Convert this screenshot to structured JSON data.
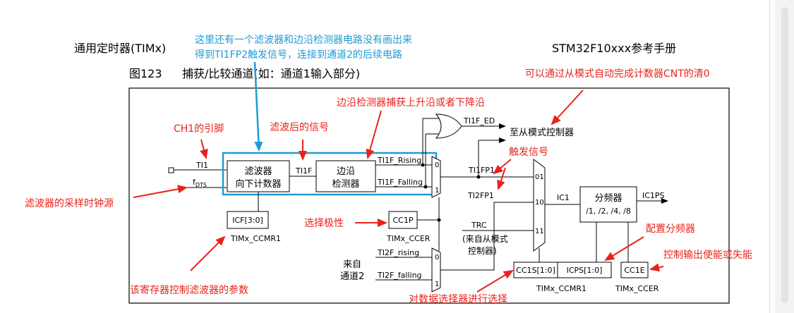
{
  "header": {
    "left": "通用定时器(TIMx)",
    "right": "STM32F10xxx参考手册",
    "figure_number": "图123",
    "figure_title": "捕获/比较通道(如：通道1输入部分)"
  },
  "diagram": {
    "ti1": "TI1",
    "fdts": "f",
    "fdts_sub": "DTS",
    "filter_line1": "滤波器",
    "filter_line2": "向下计数器",
    "ti1f": "TI1F",
    "edge_line1": "边沿",
    "edge_line2": "检测器",
    "rising": "TI1F_Rising",
    "falling": "TI1F_Falling",
    "mux_0": "0",
    "mux_1": "1",
    "ti1f_ed": "TI1F_ED",
    "to_slave": "至从模式控制器",
    "ti1fp1": "TI1FP1",
    "ti2fp1": "TI2FP1",
    "trc": "TRC",
    "trc_note1": "(来自从模式",
    "trc_note2": "控制器)",
    "sel_01": "01",
    "sel_10": "10",
    "sel_11": "11",
    "ic1": "IC1",
    "prescaler_line1": "分频器",
    "prescaler_line2": "/1, /2, /4, /8",
    "ic1ps": "IC1PS",
    "icf": "ICF[3:0]",
    "ccmr1_a": "TIMx_CCMR1",
    "cc1p": "CC1P",
    "ccer_a": "TIMx_CCER",
    "from_ch2_line1": "来自",
    "from_ch2_line2": "通道2",
    "ti2f_rising": "TI2F_rising",
    "ti2f_falling": "TI2F_falling",
    "cc1s": "CC1S[1:0]",
    "icps": "ICPS[1:0]",
    "ccmr1_b": "TIMx_CCMR1",
    "cc1e": "CC1E",
    "ccer_b": "TIMx_CCER"
  },
  "annotations": {
    "blue_line1": "这里还有一个滤波器和边沿检测器电路没有画出来",
    "blue_line2": "得到TI1FP2触发信号，连接到通道2的后续电路",
    "clear_cnt": "可以通过从模式自动完成计数器CNT的清0",
    "edge_capture": "边沿检测器捕获上升沿或者下降沿",
    "ch1_pin": "CH1的引脚",
    "filtered_signal": "滤波后的信号",
    "trigger_signal": "触发信号",
    "sample_clock": "滤波器的采样时钟源",
    "select_polarity": "选择极性",
    "config_prescaler": "配置分频器",
    "output_enable": "控制输出使能或失能",
    "filter_params": "该寄存器控制滤波器的参数",
    "mux_select": "对数据选择器进行选择"
  },
  "colors": {
    "annotation_red": "#e8231b",
    "annotation_blue": "#1e9bd7",
    "line": "#000000"
  }
}
